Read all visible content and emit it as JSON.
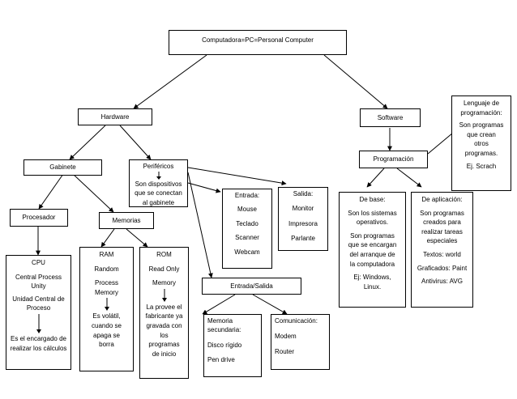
{
  "root": {
    "label": "Computadora=PC=Personal Computer"
  },
  "hardware": {
    "label": "Hardware"
  },
  "software": {
    "label": "Software"
  },
  "gabinete": {
    "label": "Gabinete"
  },
  "perifericos": {
    "title": "Periféricos",
    "desc": [
      "Son dispositivos",
      "que se conectan",
      "al gabinete"
    ]
  },
  "procesador": {
    "label": "Procesador"
  },
  "memorias": {
    "label": "Memorias"
  },
  "cpu": {
    "title": "CPU",
    "lines_a": [
      "Central Process",
      "Unity"
    ],
    "lines_b": [
      "Unidad Central de",
      "Proceso"
    ],
    "lines_c": [
      "Es el encargado de",
      "realizar los cálculos"
    ]
  },
  "ram": {
    "title": "RAM",
    "lines_a": [
      "Random"
    ],
    "lines_b": [
      "Process",
      "Memory"
    ],
    "lines_c": [
      "Es volátil,",
      "cuando se",
      "apaga se",
      "borra"
    ]
  },
  "rom": {
    "title": "ROM",
    "lines_a": [
      "Read Only"
    ],
    "lines_b": [
      "Memory"
    ],
    "lines_c": [
      "La provee el",
      "fabricante ya",
      "gravada con",
      "los",
      "programas",
      "de inicio"
    ]
  },
  "entrada": {
    "title": "Entrada:",
    "items": [
      "Mouse",
      "Teclado",
      "Scanner",
      "Webcam"
    ]
  },
  "salida": {
    "title": "Salida:",
    "items": [
      "Monitor",
      "Impresora",
      "Parlante"
    ]
  },
  "entrada_salida": {
    "label": "Entrada/Salida"
  },
  "memoria_secundaria": {
    "title": [
      "Memoria",
      "secundaria:"
    ],
    "items": [
      "Disco rígido",
      "Pen drive"
    ]
  },
  "comunicacion": {
    "title": "Comunicación:",
    "items": [
      "Modem",
      "Router"
    ]
  },
  "programacion": {
    "label": "Programación"
  },
  "lenguaje": {
    "title": [
      "Lenguaje de",
      "programación:"
    ],
    "desc": [
      "Son programas",
      "que crean",
      "otros",
      "programas."
    ],
    "example": "Ej. Scrach"
  },
  "de_base": {
    "title": "De base:",
    "desc_a": [
      "Son los sistemas",
      "operativos."
    ],
    "desc_b": [
      "Son programas",
      "que se encargan",
      "del arranque de",
      "la computadora"
    ],
    "example": [
      "Ej: Windows,",
      "Linux."
    ]
  },
  "de_aplicacion": {
    "title": "De aplicación:",
    "desc": [
      "Son programas",
      "creados para",
      "realizar tareas",
      "especiales"
    ],
    "items": [
      "Textos: world",
      "Graficados: Paint",
      "Antivirus: AVG"
    ]
  }
}
